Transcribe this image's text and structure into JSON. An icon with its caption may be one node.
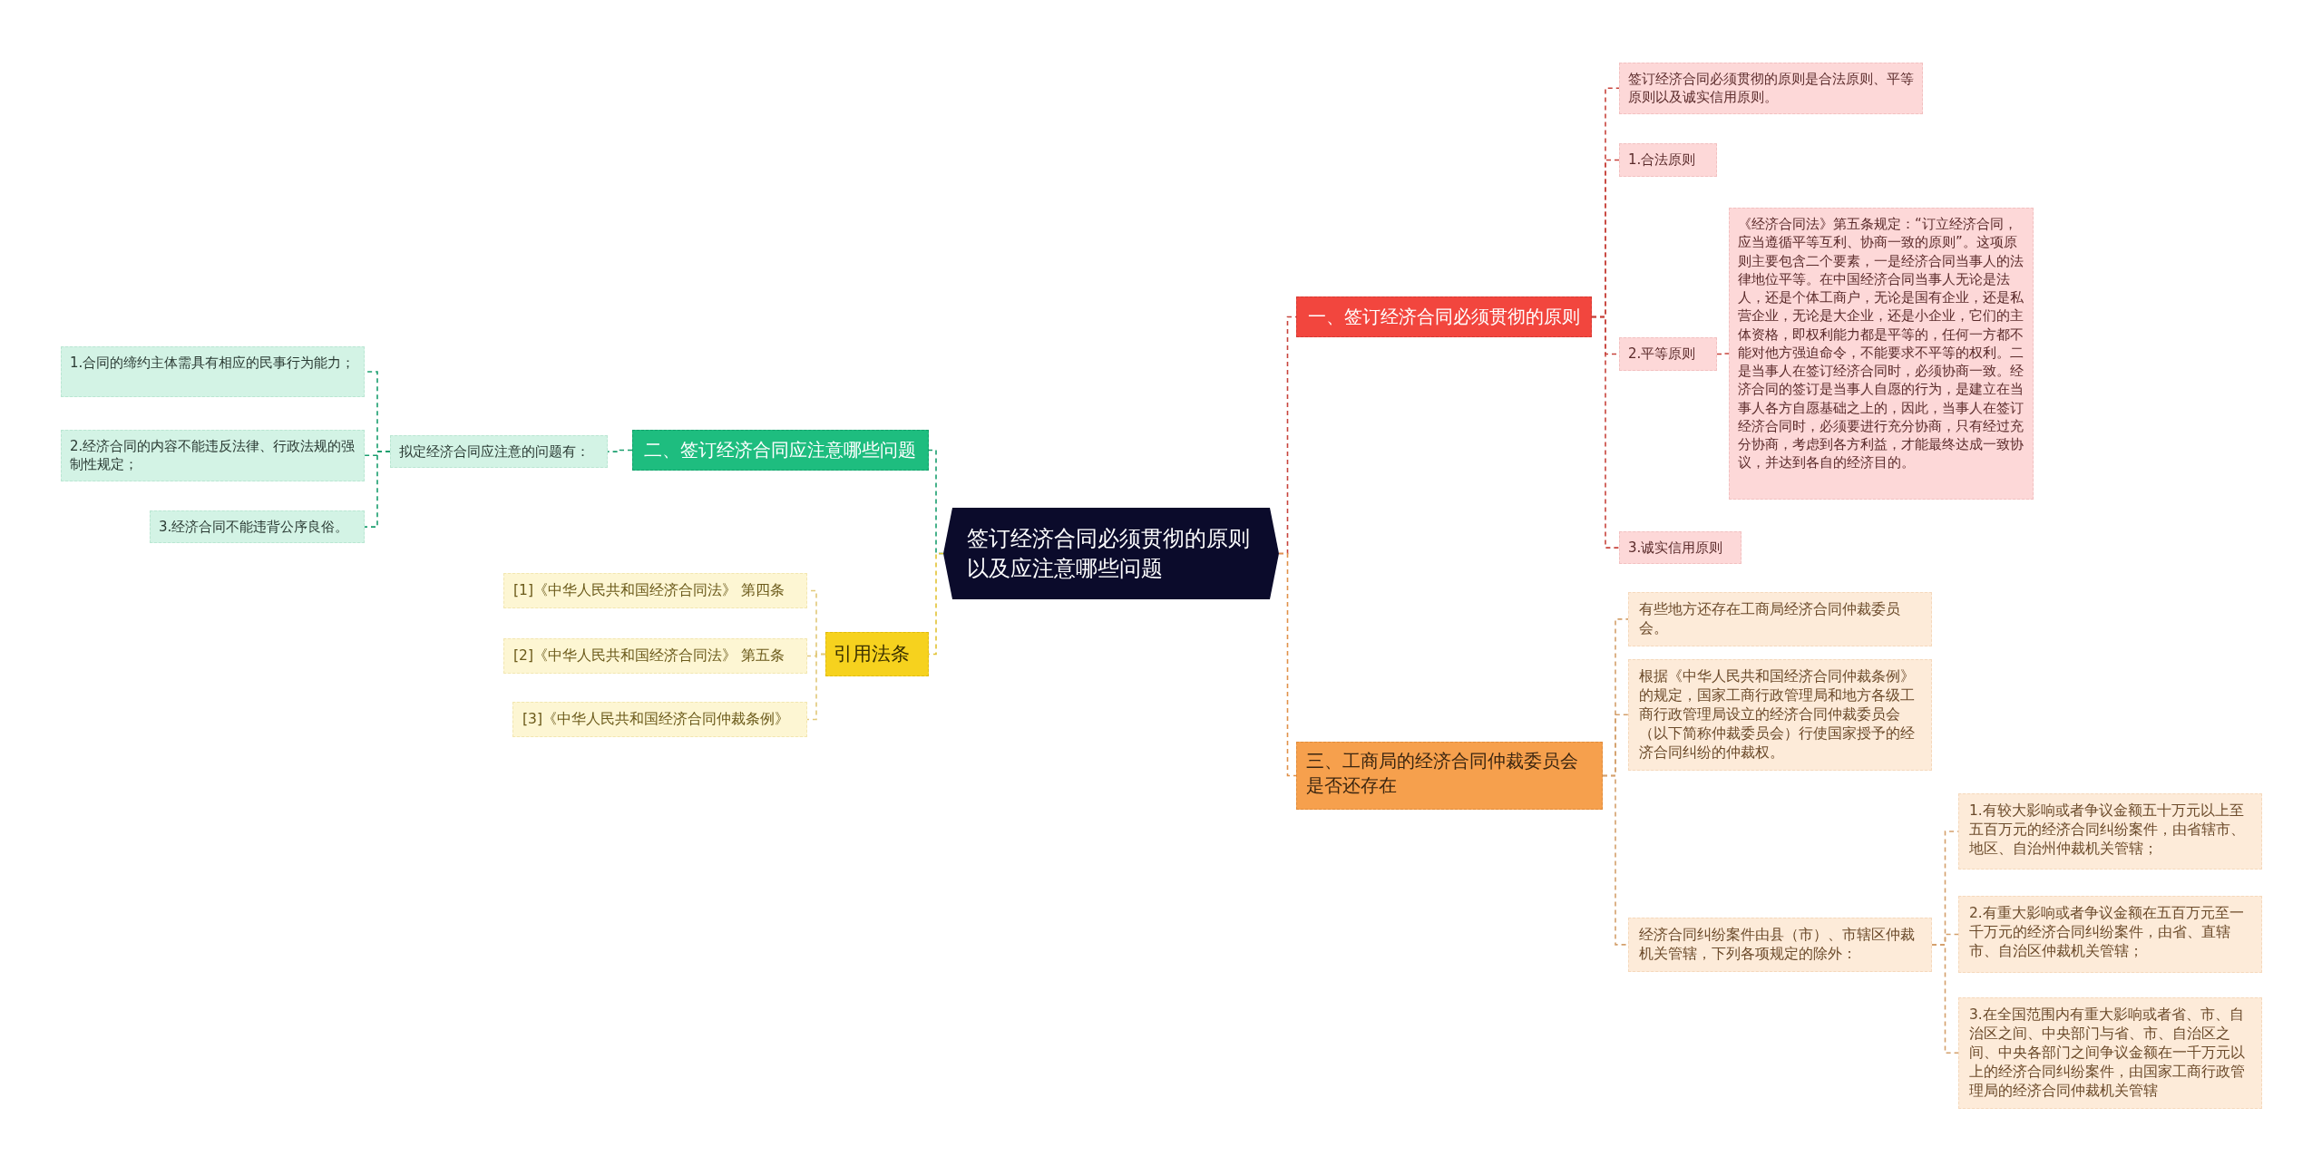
{
  "diagram": {
    "nodes": [
      {
        "text": [
          "签订经济合同必须贯彻的原则以及应注意哪些问题"
        ]
      },
      {
        "text": [
          "一、签订经济合同必须贯彻的原则"
        ]
      },
      {
        "text": [
          "签订经济合同必须贯彻的原则是合法原则、平等原则以及诚实信用原则。"
        ]
      },
      {
        "text": [
          "1.合法原则"
        ]
      },
      {
        "text": [
          "2.平等原则"
        ]
      },
      {
        "text": [
          "《经济合同法》第五条规定：“订立经济合同，应当遵循平等互利、协商一致的原则”。这项原则主要包含二个要素，一是经济合同当事人的法律地位平等。在中国经济合同当事人无论是法人，还是个体工商户，无论是国有企业，还是私营企业，无论是大企业，还是小企业，它们的主体资格，即权利能力都是平等的，任何一方都不能对他方强迫命令，不能要求不平等的权利。二是当事人在签订经济合同时，必须协商一致。经济合同的签订是当事人自愿的行为，是建立在当事人各方自愿基础之上的，因此，当事人在签订经济合同时，必须要进行充分协商，只有经过充分协商，考虑到各方利益，才能最终达成一致协议，并达到各自的经济目的。"
        ]
      },
      {
        "text": [
          "3.诚实信用原则"
        ]
      },
      {
        "text": [
          "三、工商局的经济合同仲裁委员会是否还存在"
        ]
      },
      {
        "text": [
          "有些地方还存在工商局经济合同仲裁委员会。"
        ]
      },
      {
        "text": [
          "根据《中华人民共和国经济合同仲裁条例》的规定，国家工商行政管理局和地方各级工商行政管理局设立的经济合同仲裁委员会（以下简称仲裁委员会）行使国家授予的经济合同纠纷的仲裁权。"
        ]
      },
      {
        "text": [
          "经济合同纠纷案件由县（市）、市辖区仲裁机关管辖，下列各项规定的除外："
        ]
      },
      {
        "text": [
          "1.有较大影响或者争议金额五十万元以上至五百万元的经济合同纠纷案件，由省辖市、地区、自治州仲裁机关管辖；"
        ]
      },
      {
        "text": [
          "2.有重大影响或者争议金额在五百万元至一千万元的经济合同纠纷案件，由省、直辖市、自治区仲裁机关管辖；"
        ]
      },
      {
        "text": [
          "3.在全国范围内有重大影响或者省、市、自治区之间、中央部门与省、市、自治区之间、中央各部门之间争议金额在一千万元以上的经济合同纠纷案件，由国家工商行政管理局的经济合同仲裁机关管辖"
        ]
      },
      {
        "text": [
          "二、签订经济合同应注意哪些问题"
        ]
      },
      {
        "text": [
          "拟定经济合同应注意的问题有："
        ]
      },
      {
        "text": [
          "1.合同的缔约主体需具有相应的民事行为能力；"
        ]
      },
      {
        "text": [
          "2.经济合同的内容不能违反法律、行政法规的强制性规定；"
        ]
      },
      {
        "text": [
          "3.经济合同不能违背公序良俗。"
        ]
      },
      {
        "text": [
          "引用法条"
        ]
      },
      {
        "text": [
          "[1]《中华人民共和国经济合同法》 第四条"
        ]
      },
      {
        "text": [
          "[2]《中华人民共和国经济合同法》 第五条"
        ]
      },
      {
        "text": [
          "[3]《中华人民共和国经济合同仲裁条例》"
        ]
      }
    ],
    "edges": [
      {
        "from": 0,
        "to": 1,
        "arrow": "none",
        "style": "dashed",
        "color": "#c8443c"
      },
      {
        "from": 1,
        "to": 2,
        "arrow": "none",
        "style": "dashed",
        "color": "#c8443c"
      },
      {
        "from": 1,
        "to": 3,
        "arrow": "none",
        "style": "dashed",
        "color": "#c8443c"
      },
      {
        "from": 1,
        "to": 4,
        "arrow": "none",
        "style": "dashed",
        "color": "#c8443c"
      },
      {
        "from": 4,
        "to": 5,
        "arrow": "none",
        "style": "dashed",
        "color": "#c8443c"
      },
      {
        "from": 1,
        "to": 6,
        "arrow": "none",
        "style": "dashed",
        "color": "#c8443c"
      },
      {
        "from": 0,
        "to": 7,
        "arrow": "none",
        "style": "dashed",
        "color": "#e0914a"
      },
      {
        "from": 7,
        "to": 8,
        "arrow": "none",
        "style": "dashed",
        "color": "#d4a06c"
      },
      {
        "from": 7,
        "to": 9,
        "arrow": "none",
        "style": "dashed",
        "color": "#d4a06c"
      },
      {
        "from": 7,
        "to": 10,
        "arrow": "none",
        "style": "dashed",
        "color": "#d4a06c"
      },
      {
        "from": 10,
        "to": 11,
        "arrow": "none",
        "style": "dashed",
        "color": "#d4a06c"
      },
      {
        "from": 10,
        "to": 12,
        "arrow": "none",
        "style": "dashed",
        "color": "#d4a06c"
      },
      {
        "from": 10,
        "to": 13,
        "arrow": "none",
        "style": "dashed",
        "color": "#d4a06c"
      },
      {
        "from": 0,
        "to": 14,
        "arrow": "none",
        "style": "dashed",
        "color": "#1a9e6e"
      },
      {
        "from": 14,
        "to": 15,
        "arrow": "none",
        "style": "dashed",
        "color": "#1a9e6e"
      },
      {
        "from": 15,
        "to": 16,
        "arrow": "none",
        "style": "dashed",
        "color": "#1a9e6e"
      },
      {
        "from": 15,
        "to": 17,
        "arrow": "none",
        "style": "dashed",
        "color": "#1a9e6e"
      },
      {
        "from": 15,
        "to": 18,
        "arrow": "none",
        "style": "dashed",
        "color": "#1a9e6e"
      },
      {
        "from": 0,
        "to": 19,
        "arrow": "none",
        "style": "dashed",
        "color": "#e2c233"
      },
      {
        "from": 19,
        "to": 20,
        "arrow": "none",
        "style": "dashed",
        "color": "#e2c97a"
      },
      {
        "from": 19,
        "to": 21,
        "arrow": "none",
        "style": "dashed",
        "color": "#e2c97a"
      },
      {
        "from": 19,
        "to": 22,
        "arrow": "none",
        "style": "dashed",
        "color": "#e2c97a"
      }
    ]
  }
}
